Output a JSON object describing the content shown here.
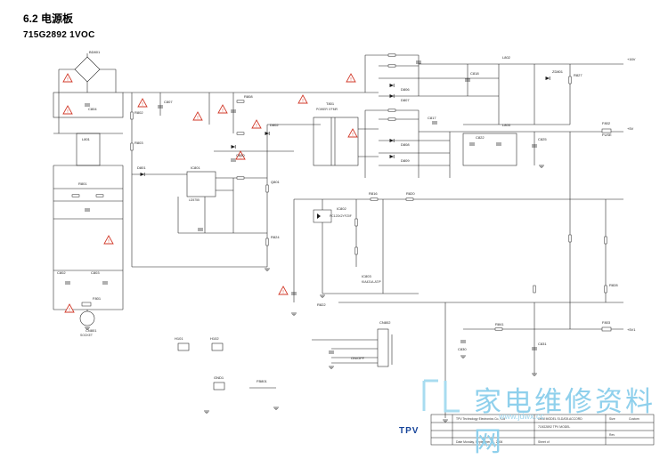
{
  "header": {
    "title": "6.2 电源板",
    "subtitle": "715G2892    1VOC"
  },
  "watermark": {
    "text": "家电维修资料网",
    "url": "www.jdwx.cc"
  },
  "brand": "TPV",
  "labels": {
    "bd801": "BD801",
    "c804": "C804",
    "l801": "L801",
    "r801": "R801",
    "c802": "C802",
    "c803": "C803",
    "f801": "F801",
    "cn801": "CN801",
    "socket": "SOCKET",
    "c807": "C807",
    "r802": "R802",
    "r803": "R803",
    "d801": "D801",
    "ic801": "IC801",
    "ld5755": "LD5755",
    "r808": "R808",
    "d802": "D802",
    "c810": "C810",
    "t801": "T801",
    "power_xfmr": "POWER X'FMR",
    "q801": "Q801",
    "r824": "R824",
    "ic802": "IC802",
    "pc123": "PC123X2YFZ0F",
    "ic803": "IC803",
    "kia431": "KIA431A-AT/P",
    "r816": "R816",
    "r820": "R820",
    "r822": "R822",
    "d806": "D806",
    "d807": "D807",
    "d808": "D808",
    "d809": "D809",
    "l802": "L802",
    "l803": "L803",
    "c817": "C817",
    "c818": "C818",
    "c822": "C822",
    "c825": "C825",
    "zd801": "ZD801",
    "r827": "R827",
    "r828": "R828",
    "f802": "F802",
    "f803": "F803",
    "cn802": "CN802",
    "c830": "C830",
    "c831": "C831",
    "r841": "R841",
    "h101": "H101",
    "h102": "H102",
    "gnd1": "GND1",
    "fb801": "FB801",
    "plus16v": "+16V",
    "plus5v": "+5V",
    "plus5v1": "+5V1",
    "onoff": "ON/OFF",
    "fuse": "FUSE"
  },
  "title_block": {
    "company": "TPV Technology Electronics Co., Ltd",
    "row2": "OEM MODEL   SI-DATA ACCORD",
    "row3": "715G2892   TPV MODEL",
    "row4": "Date   Monday, September 11, 2006",
    "size": "Size",
    "custom": "Custom",
    "rev": "Rev",
    "sheet": "Sheet  of"
  },
  "colors": {
    "line": "#1a1a1a",
    "warning_fill": "#ffffff",
    "warning_stroke": "#d23a2a",
    "watermark": "#8fd0ec"
  }
}
